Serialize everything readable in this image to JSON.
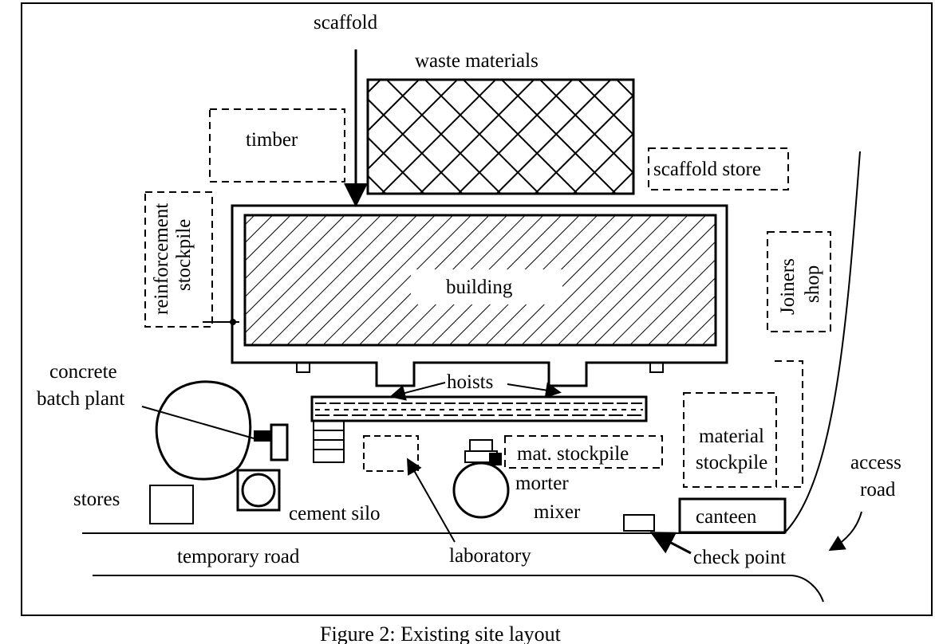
{
  "labels": {
    "scaffold": "scaffold",
    "waste_materials": "waste materials",
    "timber": "timber",
    "scaffold_store": "scaffold store",
    "reinforcement": "reinforcement",
    "stockpile": "stockpile",
    "building": "building",
    "joiners": "Joiners",
    "shop": "shop",
    "concrete": "concrete",
    "batch_plant": "batch plant",
    "hoists": "hoists",
    "material": "material",
    "material_stockpile": "stockpile",
    "mat_stockpile": "mat. stockpile",
    "morter": "morter",
    "mixer": "mixer",
    "access": "access",
    "road": "road",
    "stores": "stores",
    "cement_silo": "cement silo",
    "canteen": "canteen",
    "temporary_road": "temporary road",
    "laboratory": "laboratory",
    "check_point": "check point"
  },
  "caption": "Figure 2: Existing site layout"
}
